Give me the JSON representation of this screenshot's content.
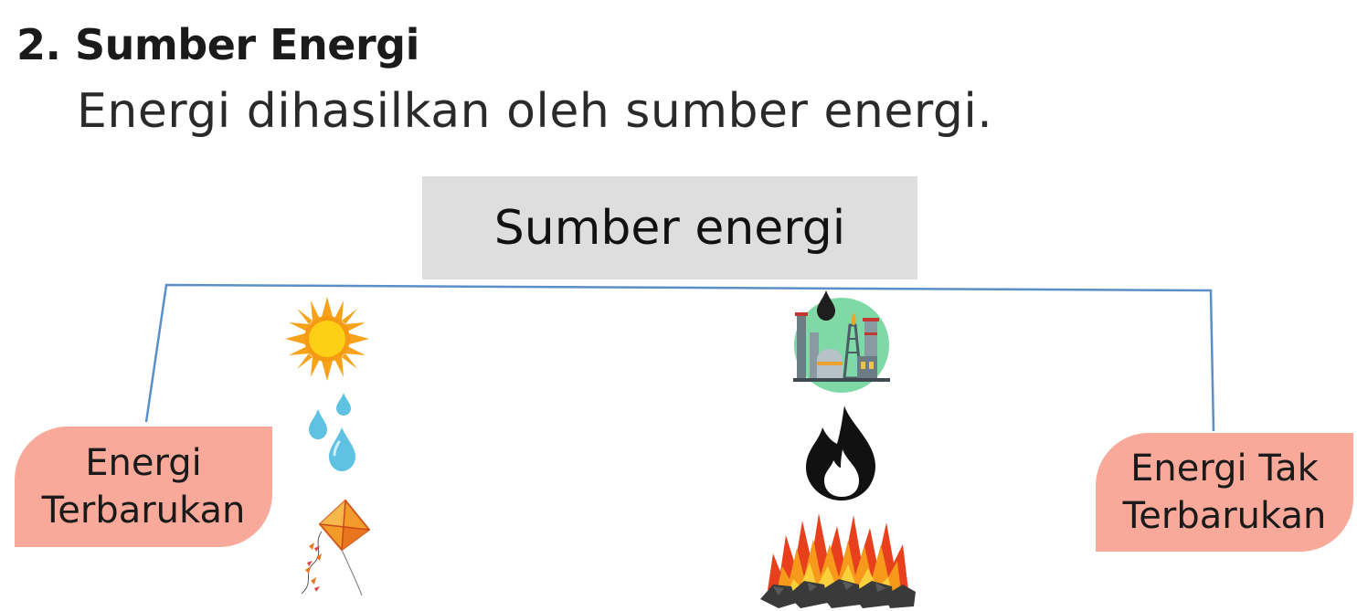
{
  "section": {
    "heading": "2. Sumber Energi",
    "subheading": "Energi dihasilkan oleh sumber energi."
  },
  "diagram": {
    "root_label": "Sumber energi",
    "renewable": {
      "line1": "Energi",
      "line2": "Terbarukan",
      "icons": [
        "sun-icon",
        "water-drops-icon",
        "kite-icon"
      ]
    },
    "non_renewable": {
      "line1": "Energi Tak",
      "line2": "Terbarukan",
      "icons": [
        "oil-refinery-icon",
        "gas-flame-icon",
        "burning-coal-icon"
      ]
    }
  },
  "colors": {
    "root_box": "#dedede",
    "leaf_box": "#f8a99a",
    "connector": "#5b8fc9"
  }
}
